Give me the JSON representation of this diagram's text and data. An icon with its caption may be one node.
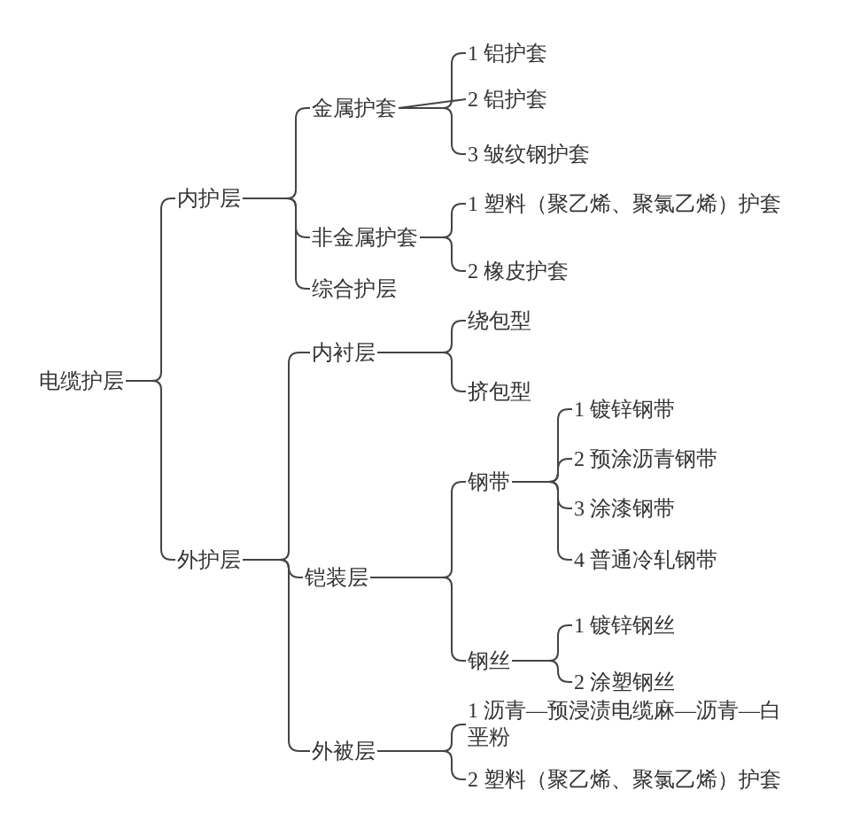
{
  "diagram": {
    "nodes": [
      {
        "text": [
          "电缆护层"
        ]
      },
      {
        "text": [
          "内护层"
        ]
      },
      {
        "text": [
          "外护层"
        ]
      },
      {
        "text": [
          "金属护套"
        ]
      },
      {
        "text": [
          "非金属护套"
        ]
      },
      {
        "text": [
          "综合护层"
        ]
      },
      {
        "text": [
          "1 铝护套"
        ]
      },
      {
        "text": [
          "2 铝护套"
        ]
      },
      {
        "text": [
          "3 皱纹钢护套"
        ]
      },
      {
        "text": [
          "1 塑料（聚乙烯、聚氯乙烯）护套"
        ]
      },
      {
        "text": [
          "2 橡皮护套"
        ]
      },
      {
        "text": [
          "内衬层"
        ]
      },
      {
        "text": [
          "铠装层"
        ]
      },
      {
        "text": [
          "外被层"
        ]
      },
      {
        "text": [
          "绕包型"
        ]
      },
      {
        "text": [
          "挤包型"
        ]
      },
      {
        "text": [
          "钢带"
        ]
      },
      {
        "text": [
          "钢丝"
        ]
      },
      {
        "text": [
          "1 镀锌钢带"
        ]
      },
      {
        "text": [
          "2 预涂沥青钢带"
        ]
      },
      {
        "text": [
          "3 涂漆钢带"
        ]
      },
      {
        "text": [
          "4 普通冷轧钢带"
        ]
      },
      {
        "text": [
          "1 镀锌钢丝"
        ]
      },
      {
        "text": [
          "2 涂塑钢丝"
        ]
      },
      {
        "text": [
          "1 沥青—预浸渍电缆麻—沥青—白垩粉"
        ]
      },
      {
        "text": [
          "2 塑料（聚乙烯、聚氯乙烯）护套"
        ]
      }
    ],
    "edges": [
      {
        "from": 0,
        "to": 1,
        "arrow": "none"
      },
      {
        "from": 0,
        "to": 2,
        "arrow": "none"
      },
      {
        "from": 1,
        "to": 3,
        "arrow": "none"
      },
      {
        "from": 1,
        "to": 4,
        "arrow": "none"
      },
      {
        "from": 1,
        "to": 5,
        "arrow": "none"
      },
      {
        "from": 3,
        "to": 6,
        "arrow": "none"
      },
      {
        "from": 3,
        "to": 7,
        "arrow": "none"
      },
      {
        "from": 3,
        "to": 8,
        "arrow": "none"
      },
      {
        "from": 4,
        "to": 9,
        "arrow": "none"
      },
      {
        "from": 4,
        "to": 10,
        "arrow": "none"
      },
      {
        "from": 2,
        "to": 11,
        "arrow": "none"
      },
      {
        "from": 2,
        "to": 12,
        "arrow": "none"
      },
      {
        "from": 2,
        "to": 13,
        "arrow": "none"
      },
      {
        "from": 11,
        "to": 14,
        "arrow": "none"
      },
      {
        "from": 11,
        "to": 15,
        "arrow": "none"
      },
      {
        "from": 12,
        "to": 16,
        "arrow": "none"
      },
      {
        "from": 12,
        "to": 17,
        "arrow": "none"
      },
      {
        "from": 16,
        "to": 18,
        "arrow": "none"
      },
      {
        "from": 16,
        "to": 19,
        "arrow": "none"
      },
      {
        "from": 16,
        "to": 20,
        "arrow": "none"
      },
      {
        "from": 16,
        "to": 21,
        "arrow": "none"
      },
      {
        "from": 17,
        "to": 22,
        "arrow": "none"
      },
      {
        "from": 17,
        "to": 23,
        "arrow": "none"
      },
      {
        "from": 13,
        "to": 24,
        "arrow": "none"
      },
      {
        "from": 13,
        "to": 25,
        "arrow": "none"
      }
    ]
  }
}
